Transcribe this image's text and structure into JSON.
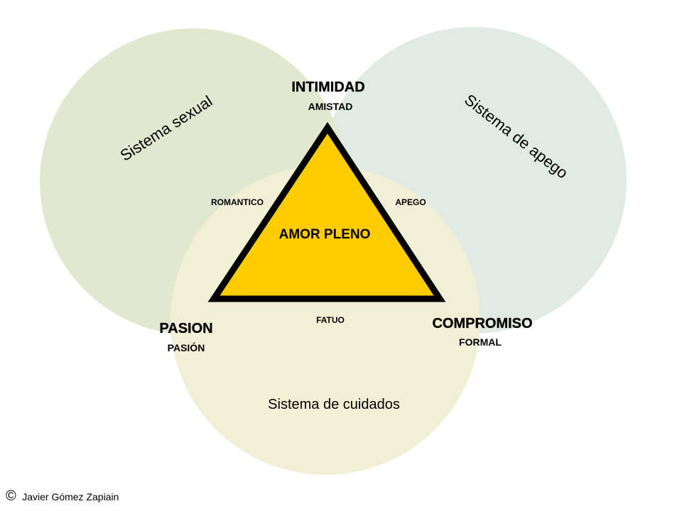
{
  "colors": {
    "sexual": "#e2e8cf",
    "apego": "#dfebe3",
    "cuidados": "#f1efd6",
    "triangle_fill": "#ffcc00",
    "triangle_stroke": "#000000"
  },
  "circles": {
    "sexual": {
      "label": "Sistema sexual"
    },
    "apego": {
      "label": "Sistema de apego"
    },
    "cuidados": {
      "label": "Sistema de cuidados"
    }
  },
  "vertices": {
    "top": {
      "title": "INTIMIDAD",
      "subtitle": "AMISTAD"
    },
    "left": {
      "title": "PASION",
      "subtitle": "PASIÓN"
    },
    "right": {
      "title": "COMPROMISO",
      "subtitle": "FORMAL"
    }
  },
  "edges": {
    "left": "ROMANTICO",
    "right": "APEGO",
    "bottom": "FATUO"
  },
  "center": "AMOR PLENO",
  "footer": {
    "copyright_symbol": "©",
    "author": "Javier Gómez Zapiain"
  }
}
